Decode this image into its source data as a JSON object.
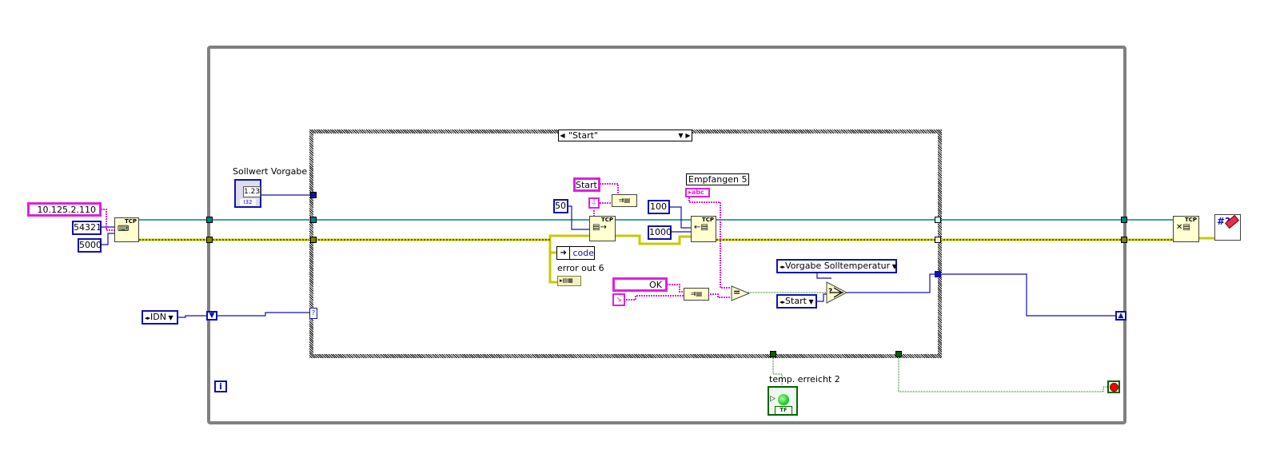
{
  "diagram": {
    "type": "LabVIEW block diagram",
    "while_loop": {
      "iteration_terminal": "i",
      "stop_terminal": "stop-if-true"
    },
    "case_structure": {
      "selector_value": "\"Start\"",
      "selector_prev": "◀",
      "selector_next": "▶",
      "selector_dropdown": "▼"
    },
    "inputs": {
      "ip_address": "10.125.2.110",
      "port": "54321",
      "timeout": "5000",
      "enum_idn": "IDN",
      "sollwert_label": "Sollwert Vorgabe",
      "sollwert_display": "1.23",
      "sollwert_type": "I32"
    },
    "case_content": {
      "start_string": "Start",
      "write_timeout": "50",
      "read_bytes": "100",
      "read_timeout": "1000",
      "empfangen_label": "Empfangen 5",
      "empfangen_terminal": "abc",
      "error_code_label": "code",
      "error_out_label": "error out 6",
      "ok_string": "OK",
      "equals_symbol": "=",
      "enum_vorgabe": "Vorgabe Solltemperatur",
      "enum_start": "Start",
      "select_symbol": "?"
    },
    "outputs": {
      "led_label": "temp. erreicht 2",
      "led_type": "TF",
      "led_color": "#22cc22"
    },
    "nodes": {
      "tcp_open": "TCP",
      "tcp_write": "TCP",
      "tcp_read": "TCP",
      "tcp_close": "TCP",
      "error_handler": "#?"
    },
    "colors": {
      "refnum_wire": "#008080",
      "error_wire": "#c8c800",
      "string_wire": "#e020e0",
      "numeric_wire": "#1010b0",
      "boolean_wire": "#006400",
      "loop_border": "#808080"
    }
  }
}
